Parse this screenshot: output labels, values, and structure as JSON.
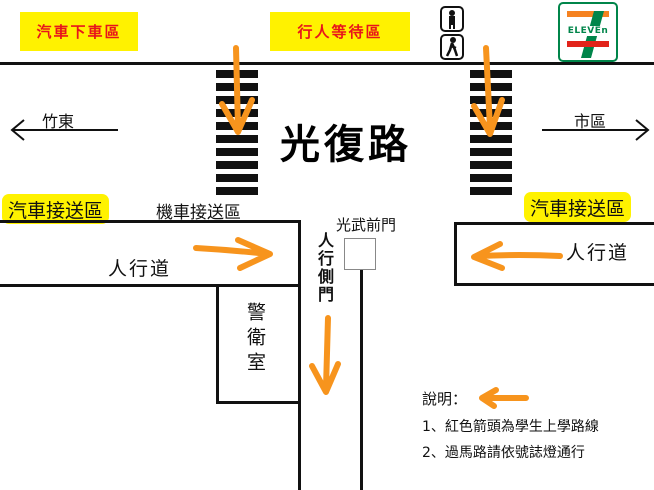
{
  "top_labels": {
    "drop_off": "汽車下車區",
    "waiting": "行人等待區"
  },
  "store_logo": {
    "text": "ELEVEn",
    "numeral": "7",
    "colors": {
      "green": "#00854a",
      "orange": "#f58220",
      "red": "#e2231a"
    }
  },
  "road_name": "光復路",
  "directions": {
    "left": "竹東",
    "right": "市區"
  },
  "zones": {
    "car_pickup_left": "汽車接送區",
    "car_pickup_right": "汽車接送區",
    "scooter_pickup": "機車接送區"
  },
  "sidewalk_left": "人行道",
  "sidewalk_right": "人行道",
  "gate_name": "光武前門",
  "side_gate": "人行側門",
  "guard_room": "警衛室",
  "legend": {
    "title": "說明：",
    "item1": "1、紅色箭頭為學生上學路線",
    "item2": "2、過馬路請依號誌燈通行"
  },
  "colors": {
    "arrow": "#f7941d",
    "yellow": "#fff200",
    "red_text": "#e8141b"
  }
}
